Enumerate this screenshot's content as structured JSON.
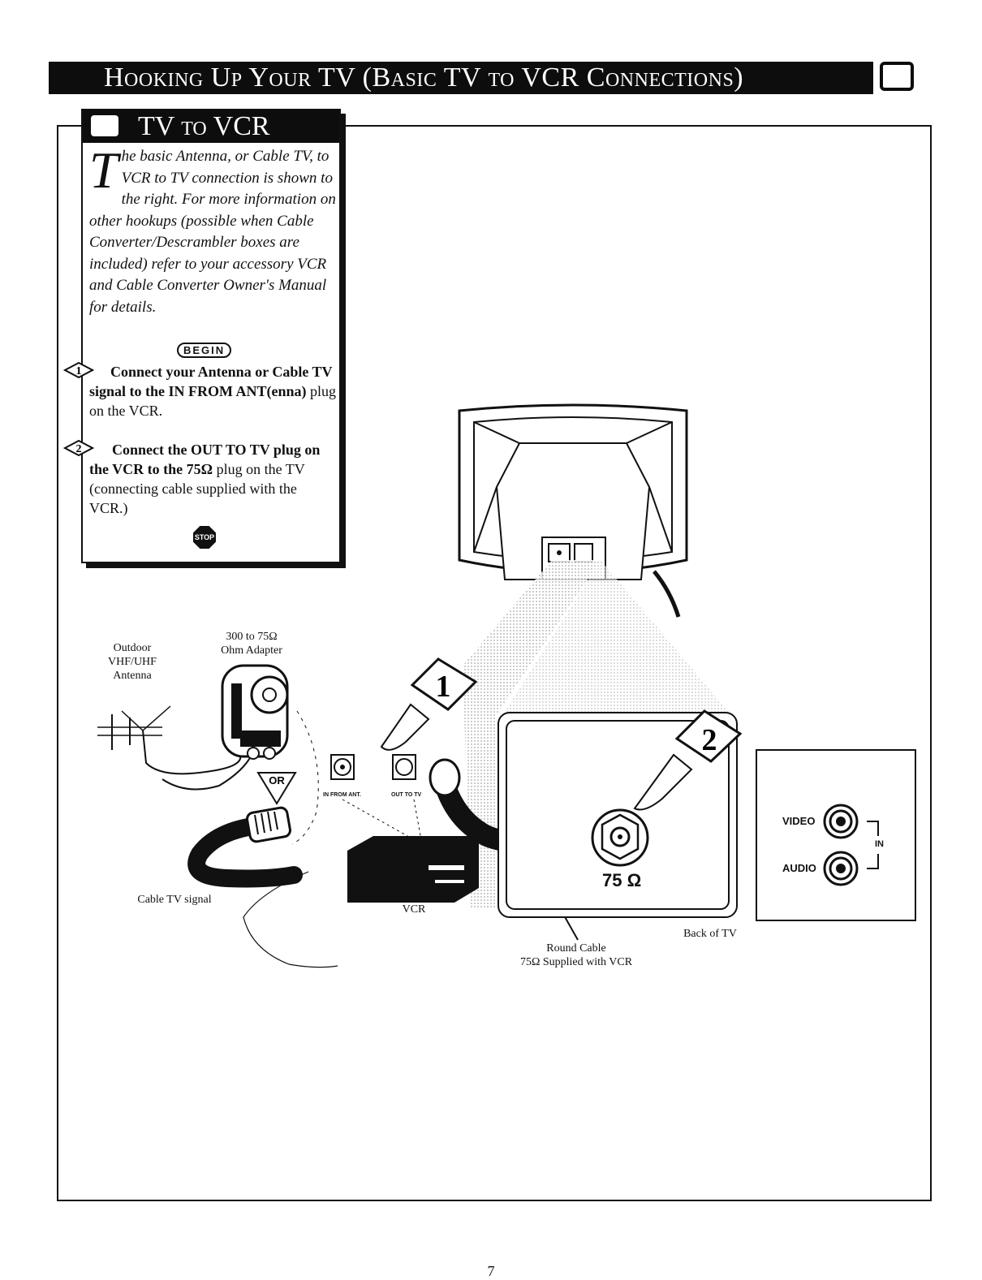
{
  "header": {
    "title": "Hooking Up Your TV (Basic TV to VCR Connections)"
  },
  "panel": {
    "title": "TV to VCR",
    "dropcap": "T",
    "intro": "he basic Antenna, or Cable TV, to VCR to TV connection is shown to the right. For more information on other hookups (possible when Cable Converter/Descrambler boxes are included) refer to your accessory VCR and Cable Converter Owner's Manual for details.",
    "begin": "BEGIN",
    "steps": [
      {
        "number": "1",
        "bold": "Connect your Antenna or Cable TV signal to the IN FROM ANT(enna)",
        "rest": " plug on the VCR."
      },
      {
        "number": "2",
        "bold": "Connect the OUT TO TV plug on the VCR to the 75Ω",
        "rest": " plug on the TV (connecting cable supplied with the VCR.)"
      }
    ],
    "stop": "STOP"
  },
  "diagram": {
    "antenna_label": "Outdoor\nVHF/UHF\nAntenna",
    "adapter_label": "300 to 75Ω\nOhm Adapter",
    "or_label": "OR",
    "in_from_ant": "IN FROM ANT.",
    "out_to_tv": "OUT TO TV",
    "cable_tv_signal": "Cable TV signal",
    "vcr_label": "VCR",
    "callout_1": "1",
    "callout_2": "2",
    "ohm_label": "75 Ω",
    "back_of_tv": "Back of TV",
    "round_cable": "Round Cable\n75Ω Supplied with VCR",
    "video": "VIDEO",
    "audio": "AUDIO",
    "in": "IN"
  },
  "page_number": "7"
}
